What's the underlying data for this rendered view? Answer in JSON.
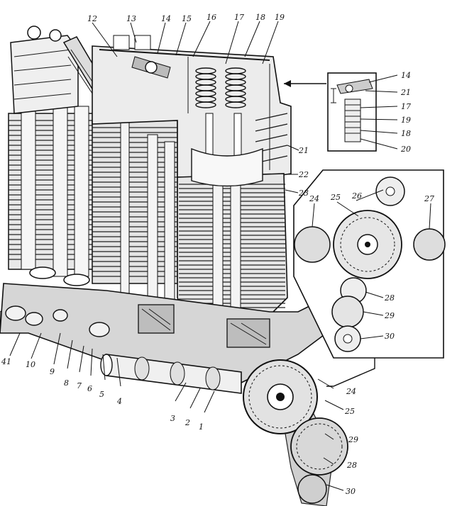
{
  "figure": {
    "callouts_main": [
      "12",
      "13",
      "14",
      "15",
      "16",
      "17",
      "18",
      "19",
      "21",
      "22",
      "23",
      "24",
      "25",
      "29",
      "28",
      "30",
      "41",
      "10",
      "9",
      "8",
      "7",
      "6",
      "5",
      "4",
      "3",
      "2",
      "1"
    ],
    "callouts_inset_valve": [
      "14",
      "21",
      "17",
      "19",
      "18",
      "20"
    ],
    "callouts_inset_gears": [
      "24",
      "25",
      "26",
      "27",
      "28",
      "29",
      "30"
    ]
  }
}
